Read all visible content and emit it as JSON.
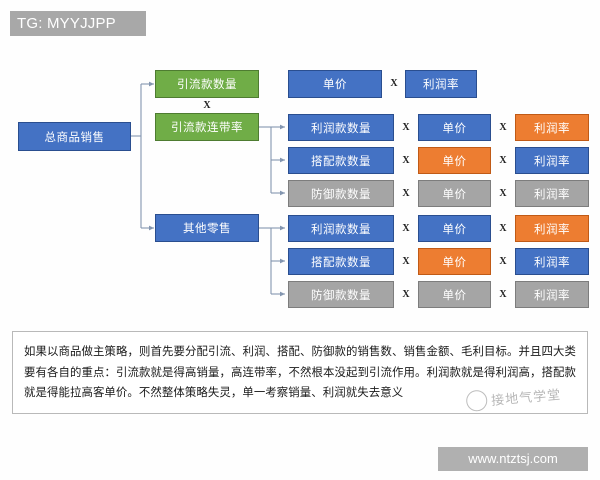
{
  "header": {
    "tg_label": "TG: MYYJJPP"
  },
  "footer": {
    "url": "www.ntztsj.com"
  },
  "watermark": {
    "text": "接地气学堂",
    "logo_icon": "circle-logo-icon"
  },
  "diagram": {
    "colors": {
      "blue": "#4472C4",
      "green": "#70AD47",
      "orange": "#ED7D31",
      "gray": "#A5A5A5",
      "connector": "#8496b0"
    },
    "multiply_symbol": "X",
    "root": {
      "label": "总商品销售",
      "color": "blue"
    },
    "branches": [
      {
        "label": "引流款数量",
        "color": "green"
      },
      {
        "label": "引流款连带率",
        "color": "green"
      },
      {
        "label": "其他零售",
        "color": "blue"
      }
    ],
    "rows": [
      {
        "group": "引流款数量",
        "cells": [
          {
            "label": "单价",
            "color": "blue"
          },
          {
            "label": "利润率",
            "color": "blue"
          }
        ]
      },
      {
        "group": "引流款连带率",
        "cells": [
          {
            "label": "利润款数量",
            "color": "blue"
          },
          {
            "label": "单价",
            "color": "blue"
          },
          {
            "label": "利润率",
            "color": "orange"
          }
        ]
      },
      {
        "group": "引流款连带率",
        "cells": [
          {
            "label": "搭配款数量",
            "color": "blue"
          },
          {
            "label": "单价",
            "color": "orange"
          },
          {
            "label": "利润率",
            "color": "blue"
          }
        ]
      },
      {
        "group": "引流款连带率",
        "cells": [
          {
            "label": "防御款数量",
            "color": "gray"
          },
          {
            "label": "单价",
            "color": "gray"
          },
          {
            "label": "利润率",
            "color": "gray"
          }
        ]
      },
      {
        "group": "其他零售",
        "cells": [
          {
            "label": "利润款数量",
            "color": "blue"
          },
          {
            "label": "单价",
            "color": "blue"
          },
          {
            "label": "利润率",
            "color": "orange"
          }
        ]
      },
      {
        "group": "其他零售",
        "cells": [
          {
            "label": "搭配款数量",
            "color": "blue"
          },
          {
            "label": "单价",
            "color": "orange"
          },
          {
            "label": "利润率",
            "color": "blue"
          }
        ]
      },
      {
        "group": "其他零售",
        "cells": [
          {
            "label": "防御款数量",
            "color": "gray"
          },
          {
            "label": "单价",
            "color": "gray"
          },
          {
            "label": "利润率",
            "color": "gray"
          }
        ]
      }
    ]
  },
  "note": {
    "text": "如果以商品做主策略，则首先要分配引流、利润、搭配、防御款的销售数、销售金额、毛利目标。并且四大类要有各自的重点：引流款就是得高销量，高连带率，不然根本没起到引流作用。利润款就是得利润高，搭配款就是得能拉高客单价。不然整体策略失灵，单一考察销量、利润就失去意义"
  }
}
